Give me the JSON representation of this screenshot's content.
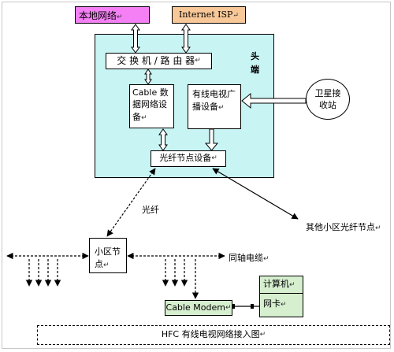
{
  "boxes": {
    "local_network": "本地网络",
    "internet_isp": "Internet ISP",
    "switch_router": "交 换 机 / 路 由 器",
    "cable_data_network_device": "Cable 数据网络设备",
    "catv_broadcast_device": "有线电视广播设备",
    "head_end": "头端",
    "satellite_receiver": "卫星接收站",
    "optical_node_device": "光纤节点设备",
    "cell_node": "小区节点",
    "cable_modem": "Cable Modem",
    "computer": "计算机",
    "nic": "网卡"
  },
  "labels": {
    "fiber": "光纤",
    "other_cell_nodes": "其他小区光纤节点",
    "coax_cable": "同轴电缆",
    "caption": "HFC 有线电视网络接入图"
  },
  "return_mark": "↵",
  "colors": {
    "local_network_fill": "#f580f5",
    "isp_fill": "#f8c898",
    "headend_fill": "#c8f4f4",
    "computer_fill": "#d6efcf"
  }
}
